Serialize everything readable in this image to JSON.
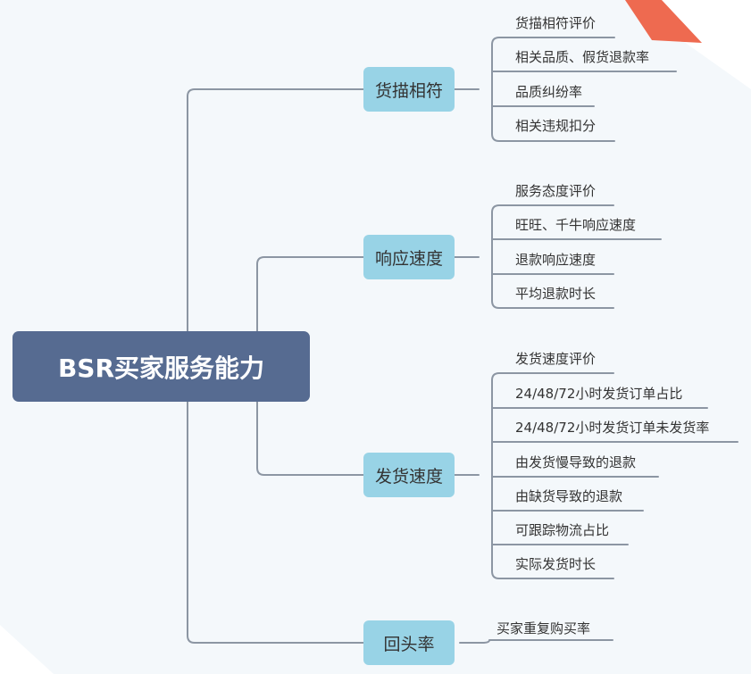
{
  "title": "BSR买家服务能力",
  "colors": {
    "root_fill": "#566b91",
    "branch_fill": "#98d3e6",
    "connector": "#8c96a3",
    "background": "#f4f8fb",
    "corner_accent": "#ee6a50"
  },
  "branches": [
    {
      "label": "货描相符",
      "leaves": [
        "货描相符评价",
        "相关品质、假货退款率",
        "品质纠纷率",
        "相关违规扣分"
      ]
    },
    {
      "label": "响应速度",
      "leaves": [
        "服务态度评价",
        "旺旺、千牛响应速度",
        "退款响应速度",
        "平均退款时长"
      ]
    },
    {
      "label": "发货速度",
      "leaves": [
        "发货速度评价",
        "24/48/72小时发货订单占比",
        "24/48/72小时发货订单未发货率",
        "由发货慢导致的退款",
        "由缺货导致的退款",
        "可跟踪物流占比",
        "实际发货时长"
      ]
    },
    {
      "label": "回头率",
      "leaves": [
        "买家重复购买率"
      ]
    }
  ]
}
